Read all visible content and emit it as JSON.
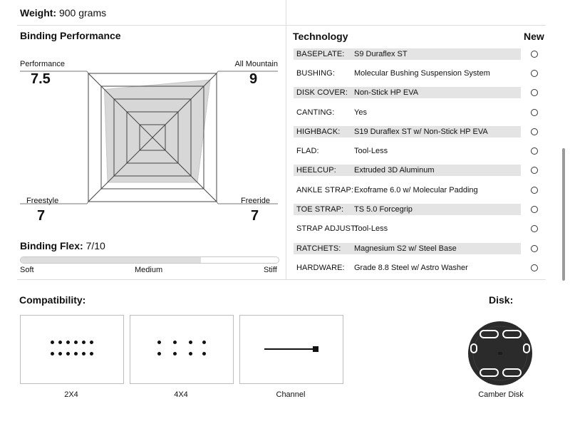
{
  "weight": {
    "label": "Weight:",
    "value": "900 grams"
  },
  "binding_performance": {
    "title": "Binding Performance",
    "axes": [
      {
        "label": "Performance",
        "value": "7.5"
      },
      {
        "label": "All Mountain",
        "value": "9"
      },
      {
        "label": "Freestyle",
        "value": "7"
      },
      {
        "label": "Freeride",
        "value": "7"
      }
    ],
    "scale_max": 10
  },
  "binding_flex": {
    "label": "Binding Flex:",
    "value": "7/10",
    "fraction": 0.7,
    "scale": [
      "Soft",
      "Medium",
      "Stiff"
    ]
  },
  "technology": {
    "title": "Technology",
    "new_label": "New",
    "rows": [
      {
        "label": "BASEPLATE:",
        "value": "S9 Duraflex ST"
      },
      {
        "label": "BUSHING:",
        "value": "Molecular Bushing Suspension System"
      },
      {
        "label": "DISK COVER:",
        "value": "Non-Stick HP EVA"
      },
      {
        "label": "CANTING:",
        "value": "Yes"
      },
      {
        "label": "HIGHBACK:",
        "value": "S19 Duraflex ST w/ Non-Stick HP EVA"
      },
      {
        "label": "FLAD:",
        "value": "Tool-Less"
      },
      {
        "label": "HEELCUP:",
        "value": "Extruded 3D Aluminum"
      },
      {
        "label": "ANKLE STRAP:",
        "value": "Exoframe 6.0 w/ Molecular Padding"
      },
      {
        "label": "TOE STRAP:",
        "value": "TS 5.0 Forcegrip"
      },
      {
        "label": "STRAP ADJUST:",
        "value": "Tool-Less"
      },
      {
        "label": "RATCHETS:",
        "value": "Magnesium S2 w/ Steel Base"
      },
      {
        "label": "HARDWARE:",
        "value": "Grade 8.8 Steel w/ Astro Washer"
      }
    ]
  },
  "compatibility": {
    "title": "Compatibility:",
    "items": [
      {
        "label": "2X4",
        "icon": "2x4-hole-pattern-icon"
      },
      {
        "label": "4X4",
        "icon": "4x4-hole-pattern-icon"
      },
      {
        "label": "Channel",
        "icon": "channel-icon"
      }
    ]
  },
  "disk": {
    "title": "Disk:",
    "label": "Camber Disk",
    "icon": "camber-disk-icon"
  }
}
